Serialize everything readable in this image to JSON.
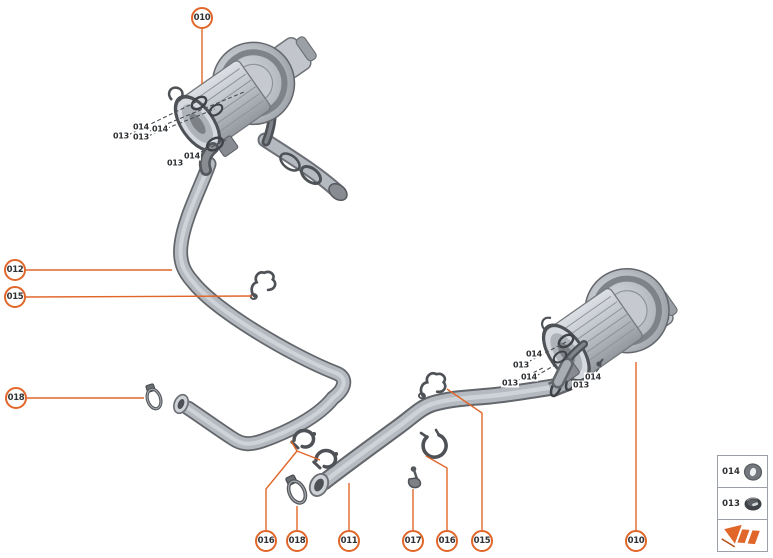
{
  "diagram": {
    "accent_color": "#e0662a",
    "line_color": "#4c4f53",
    "background": "#ffffff"
  },
  "callouts": [
    {
      "label": "010"
    },
    {
      "label": "012"
    },
    {
      "label": "015"
    },
    {
      "label": "018"
    },
    {
      "label": "016"
    },
    {
      "label": "018"
    },
    {
      "label": "011"
    },
    {
      "label": "017"
    },
    {
      "label": "016"
    },
    {
      "label": "015"
    },
    {
      "label": "010"
    }
  ],
  "part_labels": [
    {
      "text": "014"
    },
    {
      "text": "014"
    },
    {
      "text": "013"
    },
    {
      "text": "013"
    },
    {
      "text": "014"
    },
    {
      "text": "013"
    },
    {
      "text": "014"
    },
    {
      "text": "013"
    },
    {
      "text": "014"
    },
    {
      "text": "013"
    },
    {
      "text": "014"
    },
    {
      "text": "013"
    }
  ],
  "legend": {
    "rows": [
      {
        "label": "014",
        "icon": "grommet-icon"
      },
      {
        "label": "013",
        "icon": "clamp-icon"
      }
    ],
    "arrow_icon": "direction-arrow-icon"
  }
}
